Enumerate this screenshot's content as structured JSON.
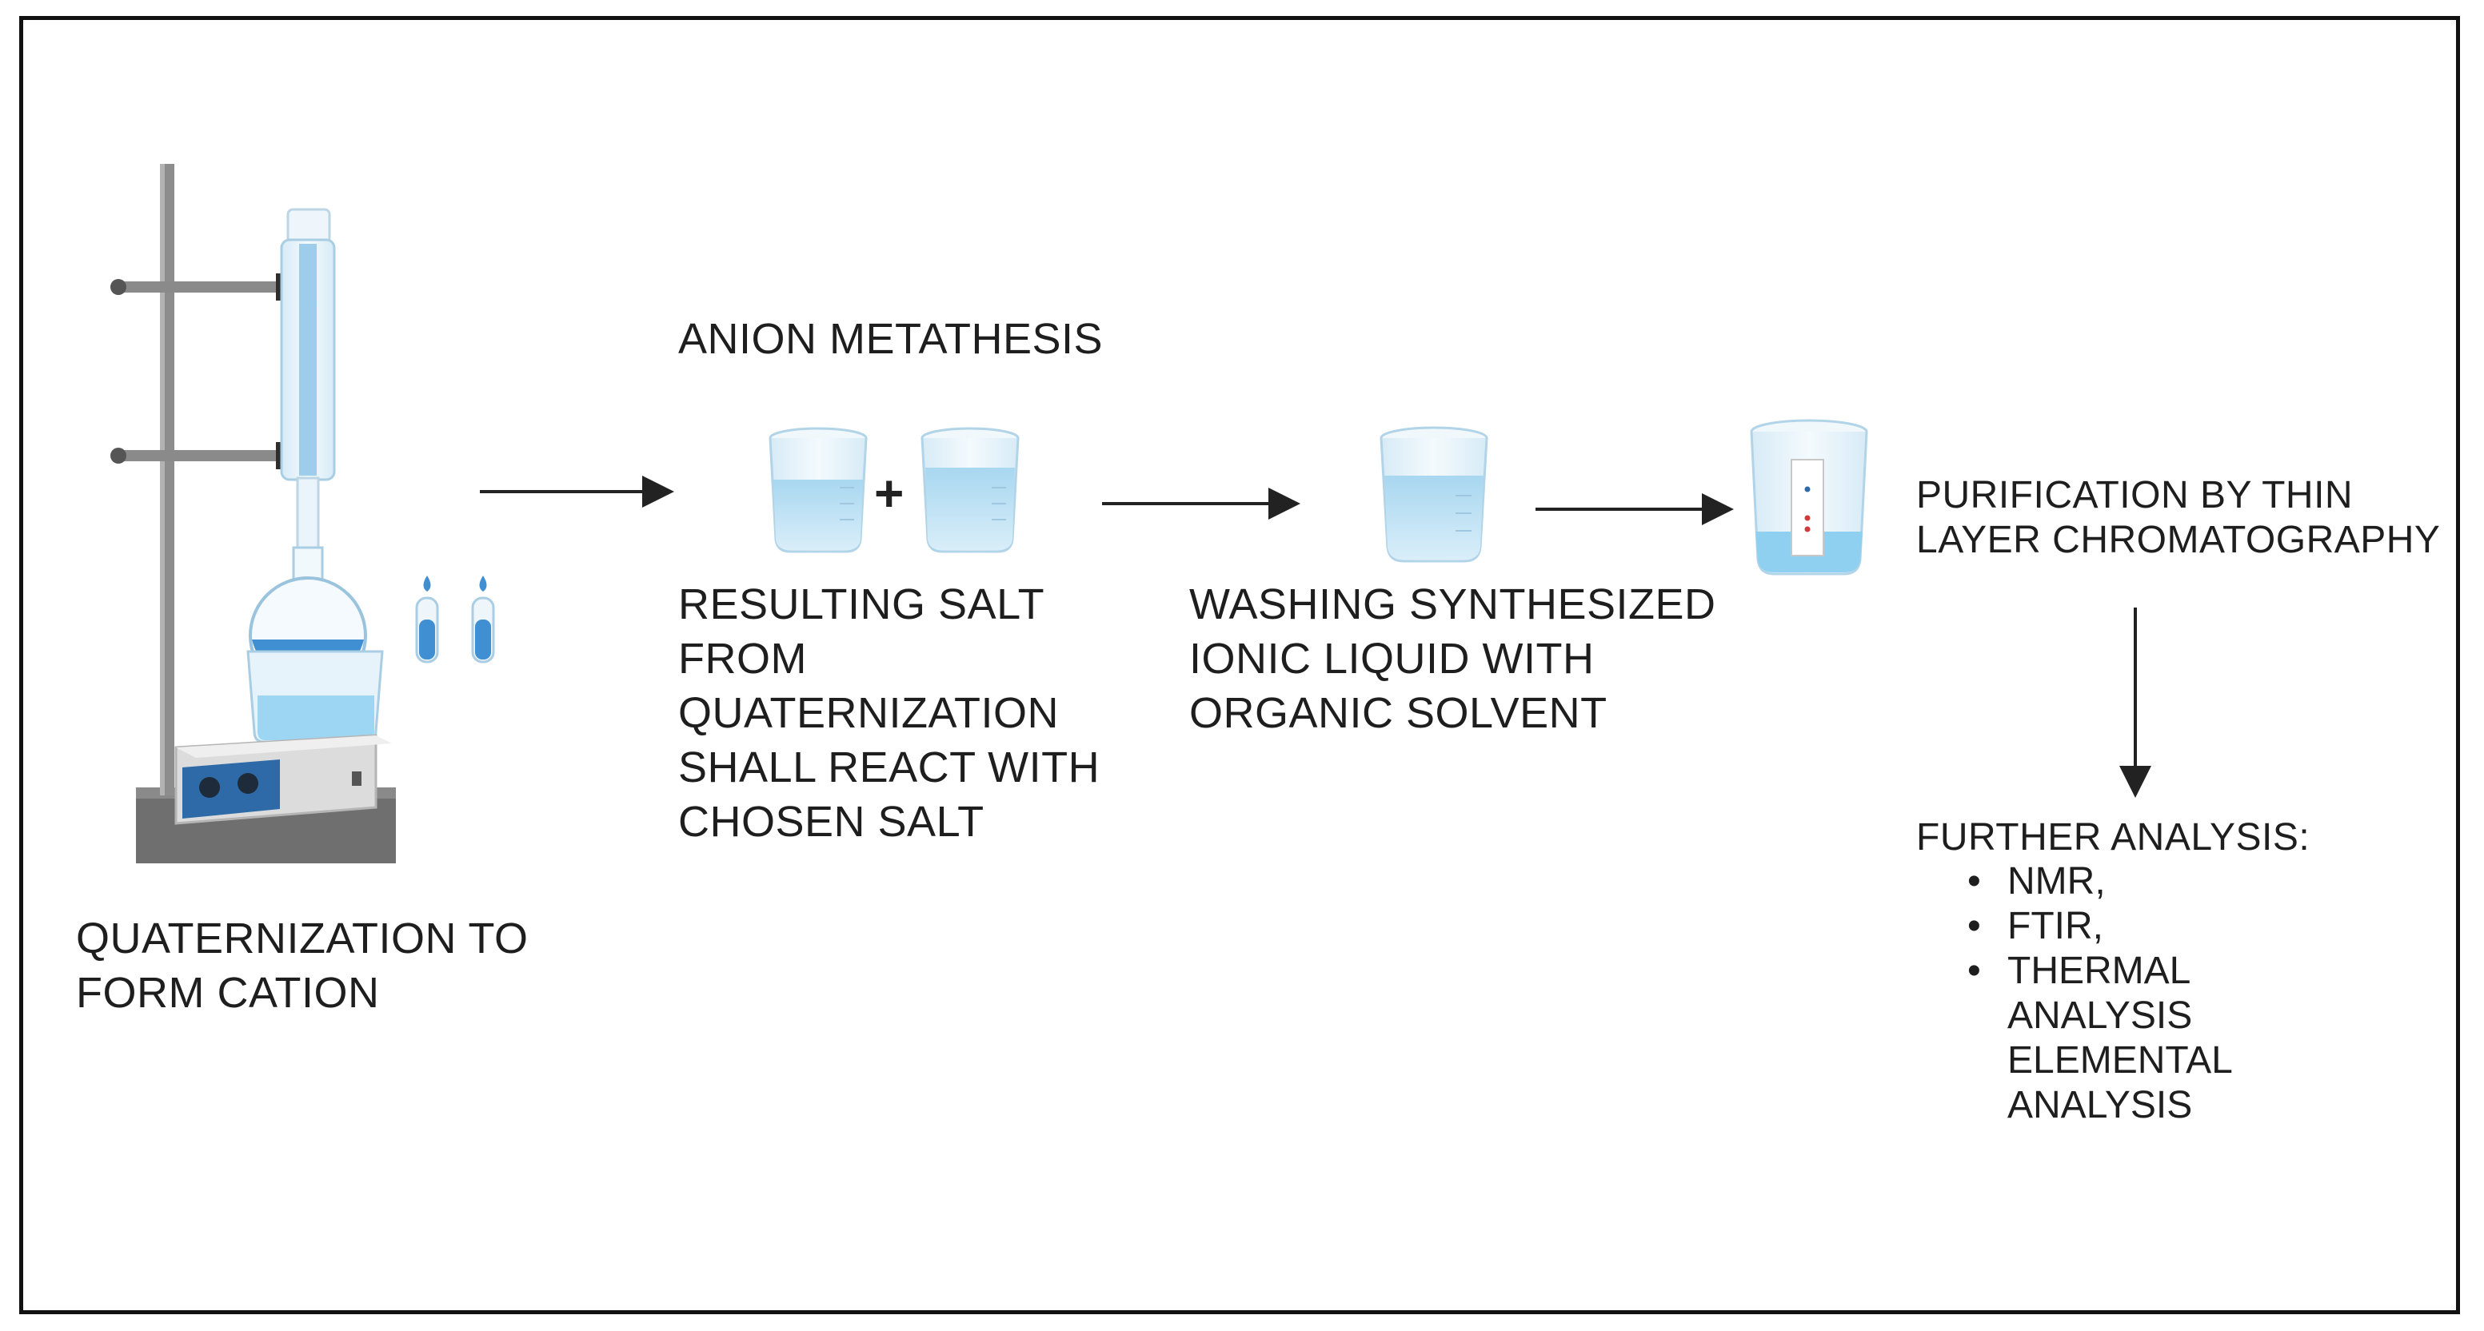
{
  "labels": {
    "quaternization": "QUATERNIZATION TO\nFORM CATION",
    "anion_metathesis": "ANION METATHESIS",
    "resulting_salt": "RESULTING SALT\nFROM\nQUATERNIZATION\nSHALL REACT WITH\nCHOSEN SALT",
    "plus": "+",
    "washing": "WASHING SYNTHESIZED\nIONIC LIQUID WITH\nORGANIC SOLVENT",
    "purification": "PURIFICATION BY THIN\nLAYER CHROMATOGRAPHY",
    "further_analysis": "FURTHER ANALYSIS:",
    "analysis_items": [
      "NMR,",
      "FTIR,",
      "THERMAL\nANALYSIS\nELEMENTAL\nANALYSIS"
    ]
  },
  "colors": {
    "liquid": "#5ab2e4",
    "liquid_light": "#bfe1f3",
    "glass": "#e8f3fa",
    "stand": "#707070",
    "clamp": "#333333",
    "stirrer_blue": "#2e6aa8",
    "arrow": "#222222"
  },
  "icons": [
    "reflux-apparatus-icon",
    "test-tube-icon",
    "beaker-icon",
    "tlc-chamber-icon",
    "arrow-icon"
  ]
}
